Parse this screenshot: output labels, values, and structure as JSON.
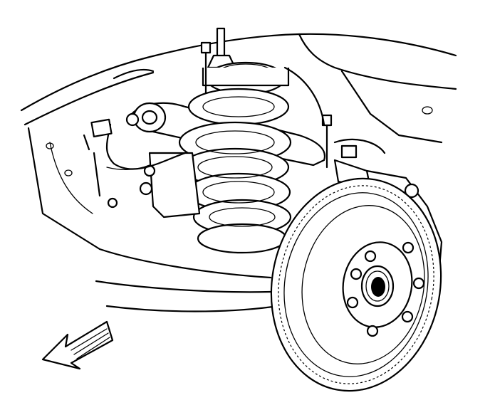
{
  "diagram": {
    "callouts": [],
    "parts": [
      "frame-rail",
      "upper-control-arm",
      "coil-spring",
      "shock-absorber-mount",
      "brake-rotor",
      "wheel-hub",
      "brake-caliper",
      "wheel-speed-sensor-harness",
      "lower-control-arm",
      "direction-arrow"
    ]
  }
}
